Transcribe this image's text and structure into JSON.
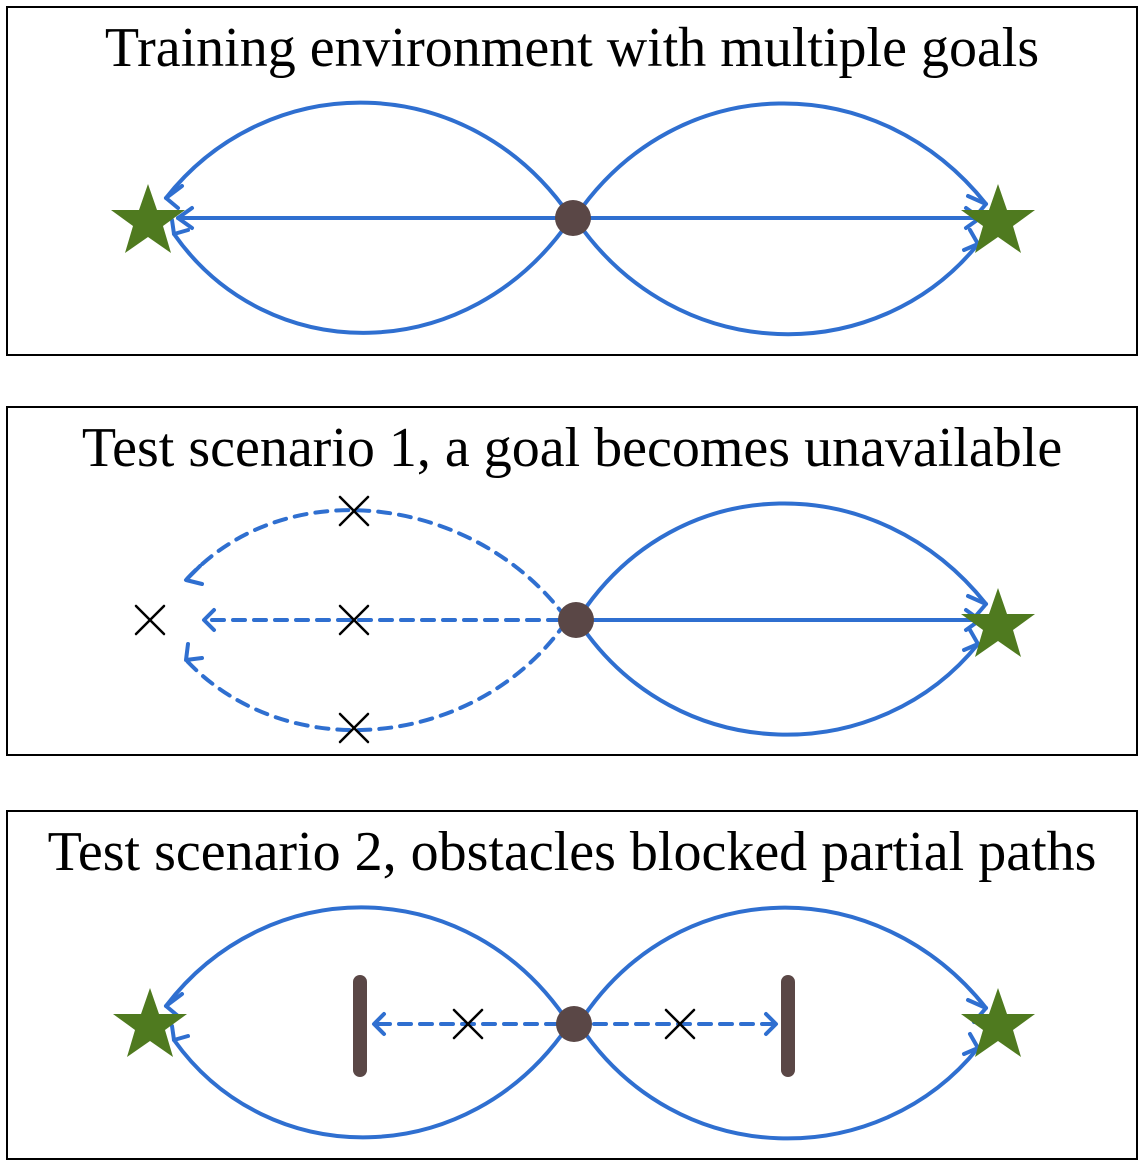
{
  "colors": {
    "path": "#2f6fd0",
    "goal": "#4f7a1f",
    "agent": "#5a4746",
    "obstacle": "#5a4746",
    "blocked_mark": "#000000",
    "border": "#000000"
  },
  "icons": {
    "goal": "star-icon",
    "agent": "filled-circle-icon",
    "blocked": "cross-icon",
    "obstacle": "vertical-bar-icon"
  },
  "panels": [
    {
      "title": "Training environment with multiple goals"
    },
    {
      "title": "Test scenario 1, a goal becomes unavailable"
    },
    {
      "title": "Test scenario 2, obstacles blocked partial paths"
    }
  ]
}
